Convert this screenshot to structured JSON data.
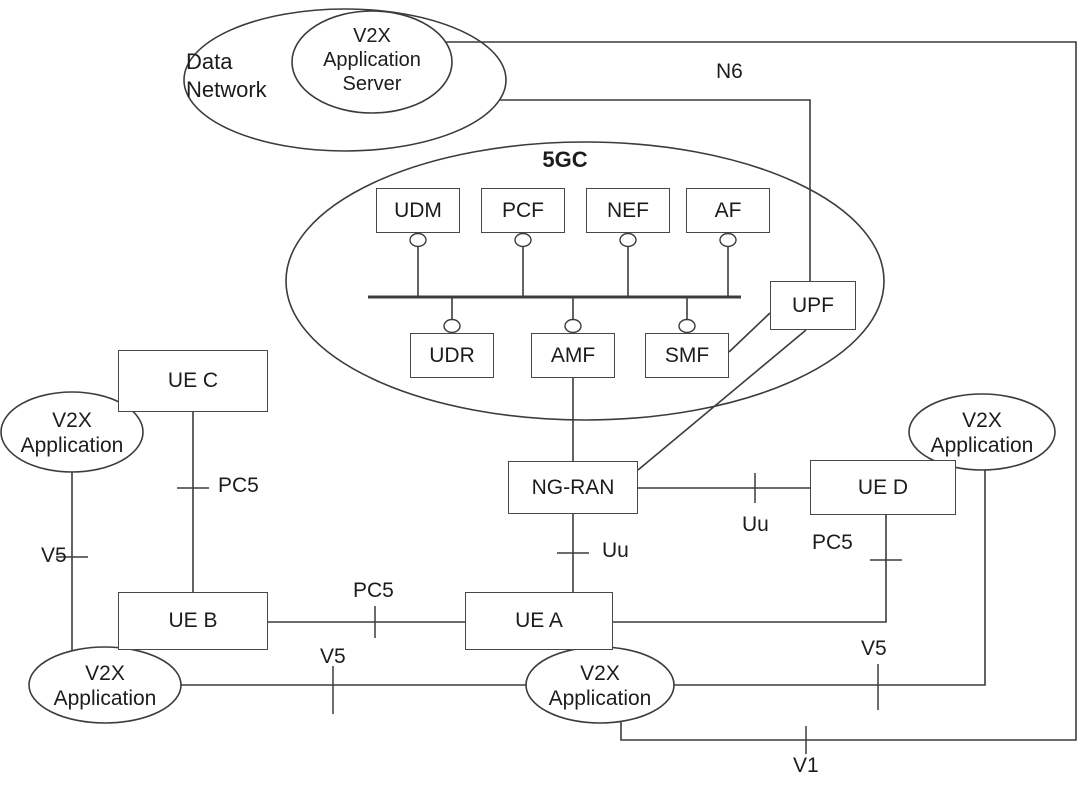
{
  "diagram": {
    "clouds": {
      "data_network": "Data Network",
      "core_5gc": "5GC"
    },
    "server": {
      "v2x_app_server": "V2X Application Server"
    },
    "nf_boxes": {
      "udm": "UDM",
      "pcf": "PCF",
      "nef": "NEF",
      "af": "AF",
      "udr": "UDR",
      "amf": "AMF",
      "smf": "SMF",
      "upf": "UPF"
    },
    "ran": {
      "ng_ran": "NG-RAN"
    },
    "ues": {
      "ue_a": "UE A",
      "ue_b": "UE B",
      "ue_c": "UE C",
      "ue_d": "UE D"
    },
    "apps": {
      "left": "V2X Application",
      "bottom_left": "V2X Application",
      "bottom_center": "V2X Application",
      "right": "V2X Application"
    },
    "interfaces": {
      "n6": "N6",
      "uu_ran_uea": "Uu",
      "uu_ran_ued": "Uu",
      "pc5_uec_ueb": "PC5",
      "pc5_ueb_uea": "PC5",
      "pc5_uea_ued": "PC5",
      "v5_left": "V5",
      "v5_bottom_left": "V5",
      "v5_bottom_right": "V5",
      "v1": "V1"
    }
  }
}
